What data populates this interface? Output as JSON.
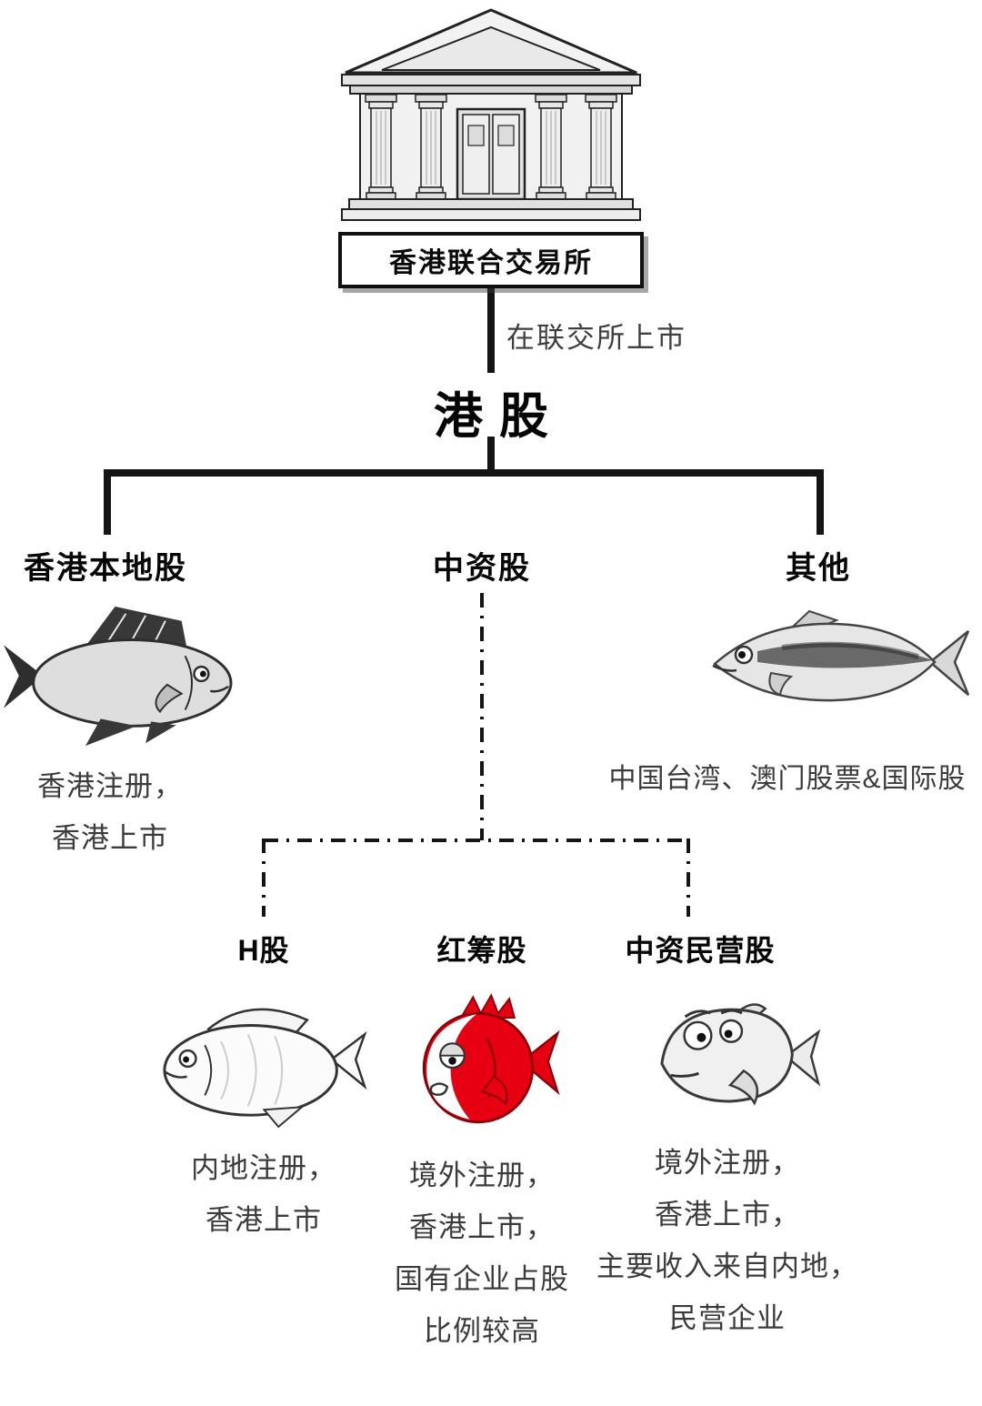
{
  "title": "港股",
  "edge_label": "在联交所上市",
  "building": {
    "banner": "香港联合交易所"
  },
  "colors": {
    "accent_red": "#e60012",
    "line": "#141414",
    "fish_gray": "#dedede"
  },
  "nodes": {
    "hk_local": {
      "label": "香港本地股",
      "fish_icon": "gray-bream-fish",
      "desc": [
        "香港注册，",
        "香港上市"
      ]
    },
    "china_capital": {
      "label": "中资股"
    },
    "other": {
      "label": "其他",
      "fish_icon": "mackerel-fish",
      "desc": [
        "中国台湾、澳门股票&国际股"
      ]
    },
    "h_share": {
      "label": "H股",
      "fish_icon": "white-bream-fish",
      "desc": [
        "内地注册，",
        "香港上市"
      ]
    },
    "red_chip": {
      "label": "红筹股",
      "fish_icon": "red-chip-fish",
      "desc": [
        "境外注册，",
        "香港上市，",
        "国有企业占股",
        "比例较高"
      ]
    },
    "private": {
      "label": "中资民营股",
      "fish_icon": "gray-cartoon-fish",
      "desc": [
        "境外注册，",
        "香港上市，",
        "主要收入来自内地，",
        "民营企业"
      ]
    }
  }
}
